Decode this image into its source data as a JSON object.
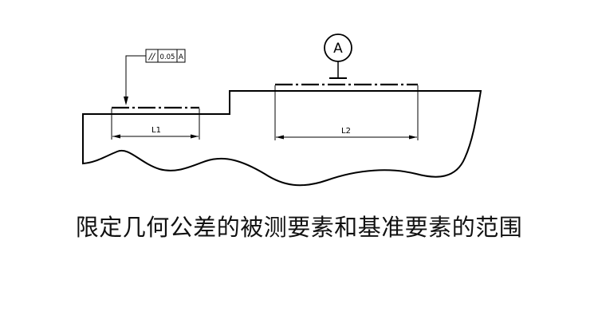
{
  "caption": "限定几何公差的被测要素和基准要素的范围",
  "tolerance_frame": {
    "symbol": "//",
    "value": "0.05",
    "datum": "A"
  },
  "datum_symbol": {
    "letter": "A"
  },
  "dimensions": {
    "l1": "L1",
    "l2": "L2"
  }
}
